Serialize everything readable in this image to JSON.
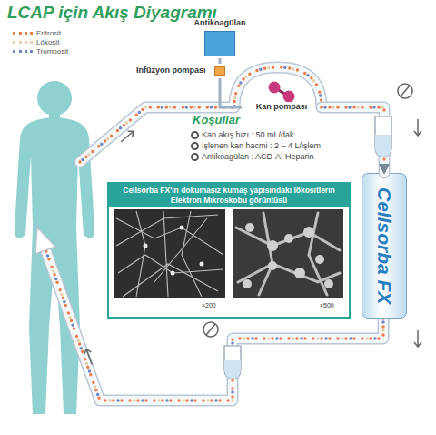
{
  "diagram": {
    "title": "LCAP için Akış Diyagramı",
    "nodes": [
      {
        "text": [
          "Antikoagülan"
        ]
      },
      {
        "text": [
          "İnfüzyon pompası"
        ]
      },
      {
        "text": [
          "Kan pompası"
        ]
      },
      {
        "text": [
          "Cellsorba FX"
        ]
      },
      {
        "text": [
          "Cellsorba FX'in dokumasız kumaş yapısındaki lökositlerin Elektron Mikroskobu görüntüsü"
        ]
      }
    ],
    "edges": [
      {
        "from": 0,
        "to": 1,
        "arrow": "none"
      },
      {
        "from": 1,
        "to": 2,
        "arrow": "none"
      },
      {
        "from": 2,
        "to": 3,
        "arrow": "to"
      }
    ],
    "labels": [
      "Koşullar",
      "Kan akış hızı : 50 mL/dak",
      "İşlenen kan hacmi : 2 – 4 L/işlem",
      "Antikoagülan : ACD-A, Heparin",
      "×200",
      "×500"
    ],
    "legend": [
      {
        "text": "Eritrosit",
        "color": "#e8804a"
      },
      {
        "text": "Lökosit",
        "color": "#e6cfa8"
      },
      {
        "text": "Trombosit",
        "color": "#6f86c4"
      }
    ]
  }
}
